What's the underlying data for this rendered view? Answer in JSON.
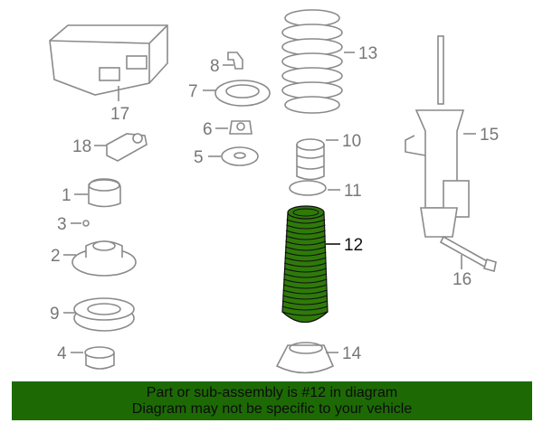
{
  "diagram": {
    "highlight_color": "#2f7a0a",
    "highlighted_part": "12",
    "parts": {
      "p1": "1",
      "p2": "2",
      "p3": "3",
      "p4": "4",
      "p5": "5",
      "p6": "6",
      "p7": "7",
      "p8": "8",
      "p9": "9",
      "p10": "10",
      "p11": "11",
      "p12": "12",
      "p13": "13",
      "p14": "14",
      "p15": "15",
      "p16": "16",
      "p17": "17",
      "p18": "18"
    }
  },
  "banner": {
    "line1": "Part or sub-assembly is #12 in diagram",
    "line2": "Diagram may not be specific to your vehicle",
    "background": "#1d6a05"
  }
}
